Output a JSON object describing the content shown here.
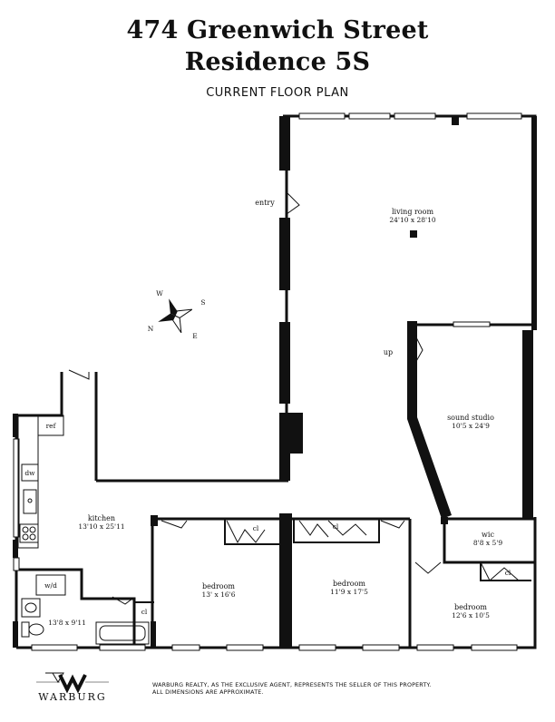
{
  "header": {
    "title_line1": "474 Greenwich Street",
    "title_line2": "Residence 5S",
    "subtitle": "CURRENT FLOOR PLAN"
  },
  "rooms": {
    "living_room": {
      "name": "living room",
      "dims": "24'10 x 28'10"
    },
    "sound_studio": {
      "name": "sound studio",
      "dims": "10'5 x 24'9"
    },
    "kitchen": {
      "name": "kitchen",
      "dims": "13'10 x 25'11"
    },
    "bedroom1": {
      "name": "bedroom",
      "dims": "13' x 16'6"
    },
    "bedroom2": {
      "name": "bedroom",
      "dims": "11'9 x 17'5"
    },
    "bedroom3": {
      "name": "bedroom",
      "dims": "12'6 x 10'5"
    },
    "wic": {
      "name": "wic",
      "dims": "8'8 x 5'9"
    },
    "bath": {
      "dims": "13'8 x 9'11"
    }
  },
  "labels": {
    "entry": "entry",
    "up": "up",
    "ref": "ref",
    "dw": "dw",
    "wd": "w/d",
    "cl": "cl"
  },
  "compass": {
    "n": "N",
    "s": "S",
    "e": "E",
    "w": "W"
  },
  "footer": {
    "brand": "WARBURG",
    "disclaimer_line1": "WARBURG REALTY, AS THE EXCLUSIVE AGENT, REPRESENTS THE SELLER OF THIS PROPERTY.",
    "disclaimer_line2": "ALL DIMENSIONS ARE APPROXIMATE."
  },
  "colors": {
    "wall": "#111111",
    "background": "#ffffff"
  }
}
